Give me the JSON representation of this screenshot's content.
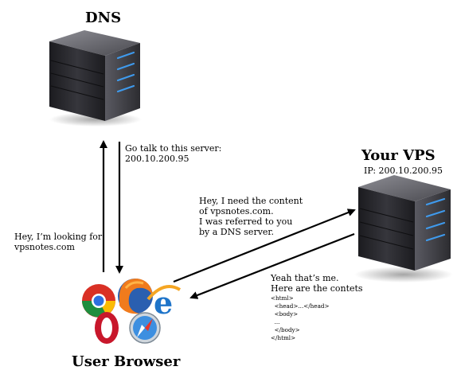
{
  "nodes": {
    "dns": {
      "label": "DNS"
    },
    "vps": {
      "label": "Your VPS",
      "ip": "IP: 200.10.200.95"
    },
    "browser": {
      "label": "User Browser"
    }
  },
  "messages": {
    "browser_to_dns": "Hey, I’m looking for\nvpsnotes.com",
    "dns_to_browser": "Go talk to this server:\n200.10.200.95",
    "browser_to_vps": "Hey, I need the content\nof vpsnotes.com.\nI was referred to you\nby a DNS server.",
    "vps_to_browser": "Yeah that’s me.\nHere are the contets",
    "vps_code": "<html>\n  <head>...</head>\n  <body>\n  ...\n  </body>\n</html>"
  },
  "icons": [
    "server-icon",
    "browser-logos-icon"
  ],
  "colors": {
    "server_body": "#2a2a2e",
    "server_light": "#3fa4ff",
    "arrow": "#000000"
  }
}
